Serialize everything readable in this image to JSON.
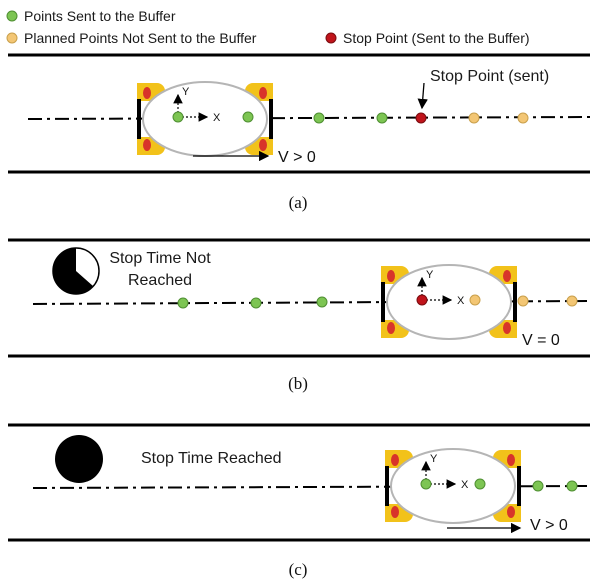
{
  "legend": {
    "sent_label": "Points Sent to the Buffer",
    "planned_label": "Planned Points Not Sent to the Buffer",
    "stop_label": "Stop Point (Sent to the Buffer)"
  },
  "colors": {
    "sent": "#7dc553",
    "planned": "#f3c674",
    "stop": "#c0141b",
    "wheel": "#f2c21a",
    "wheel_spot": "#d8342a",
    "outline": "#b5b5b5"
  },
  "panel_a": {
    "caption": "(a)",
    "callout": "Stop Point (sent)",
    "velocity": "V > 0",
    "x_axis": "X",
    "y_axis": "Y"
  },
  "panel_b": {
    "caption": "(b)",
    "status_line1": "Stop Time Not",
    "status_line2": "Reached",
    "velocity": "V = 0",
    "x_axis": "X",
    "y_axis": "Y",
    "clock_icon": "partial-pie-clock-icon"
  },
  "panel_c": {
    "caption": "(c)",
    "status": "Stop Time Reached",
    "velocity": "V > 0",
    "x_axis": "X",
    "y_axis": "Y",
    "clock_icon": "full-circle-clock-icon"
  }
}
